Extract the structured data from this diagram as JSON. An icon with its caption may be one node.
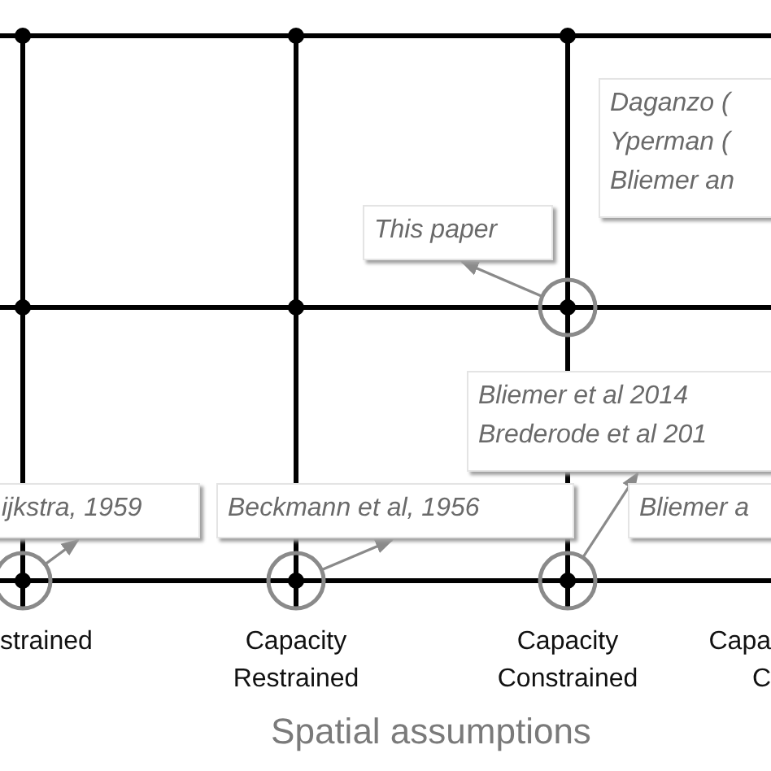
{
  "diagram": {
    "nodes": [
      {
        "text": [
          "Daganzo (",
          "Yperman (",
          "Bliemer an"
        ]
      },
      {
        "text": [
          "This paper"
        ]
      },
      {
        "text": [],
        "shape": "circle"
      },
      {
        "text": [
          "Bliemer et al 2014",
          "Brederode et al 201"
        ]
      },
      {
        "text": [
          "ijkstra, 1959"
        ]
      },
      {
        "text": [
          "Beckmann et al, 1956"
        ]
      },
      {
        "text": [
          "Bliemer a"
        ]
      },
      {
        "text": [],
        "shape": "circle"
      },
      {
        "text": [],
        "shape": "circle"
      },
      {
        "text": [],
        "shape": "circle"
      }
    ],
    "edges": [
      {
        "from": 2,
        "to": 1,
        "arrow": "to"
      },
      {
        "from": 7,
        "to": 4,
        "arrow": "to"
      },
      {
        "from": 8,
        "to": 5,
        "arrow": "to"
      },
      {
        "from": 9,
        "to": 3,
        "arrow": "to"
      }
    ],
    "labels": [
      "strained",
      "Capacity Restrained",
      "Capacity Constrained",
      "Capa C",
      "Spatial assumptions"
    ]
  }
}
